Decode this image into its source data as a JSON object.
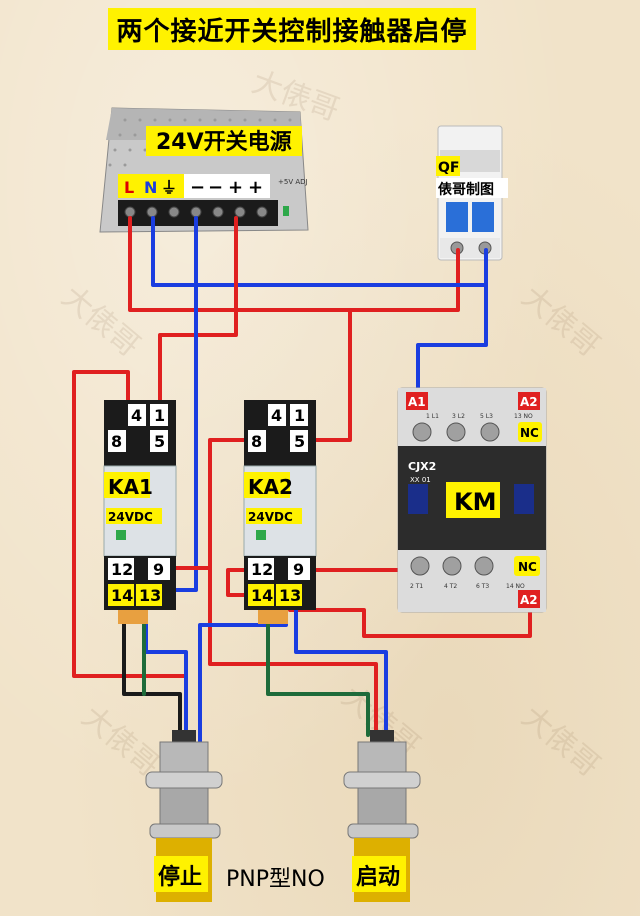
{
  "title": "两个接近开关控制接触器启停",
  "power_supply": {
    "label": "24V开关电源",
    "terminals": [
      "L",
      "N",
      "⏚",
      "−",
      "−",
      "+",
      "+"
    ],
    "small_text": "+5V ADJ"
  },
  "breaker": {
    "label": "QF",
    "author": "俵哥制图"
  },
  "relays": [
    {
      "name": "KA1",
      "voltage": "24VDC",
      "pins_top": [
        "4",
        "1",
        "8",
        "5"
      ],
      "pins_bottom": [
        "12",
        "9",
        "14",
        "13"
      ]
    },
    {
      "name": "KA2",
      "voltage": "24VDC",
      "pins_top": [
        "4",
        "1",
        "8",
        "5"
      ],
      "pins_bottom": [
        "12",
        "9",
        "14",
        "13"
      ]
    }
  ],
  "contactor": {
    "name": "KM",
    "model": "CJX2",
    "model_sub": "XX 01",
    "top_labels": [
      "A1",
      "1 L1",
      "3 L2",
      "5 L3",
      "13 NO",
      "A2",
      "NC"
    ],
    "bottom_labels": [
      "2 T1",
      "4 T2",
      "6 T3",
      "14 NO",
      "NC",
      "A2"
    ]
  },
  "sensors": {
    "left_label": "停止",
    "right_label": "启动",
    "type_label": "PNP型NO"
  },
  "watermark": "大俵哥",
  "colors": {
    "red_wire": "#e02020",
    "blue_wire": "#1a3de0",
    "black_wire": "#1a1a1a",
    "green_wire": "#1e6b3a",
    "highlight_yellow": "#fff200"
  }
}
